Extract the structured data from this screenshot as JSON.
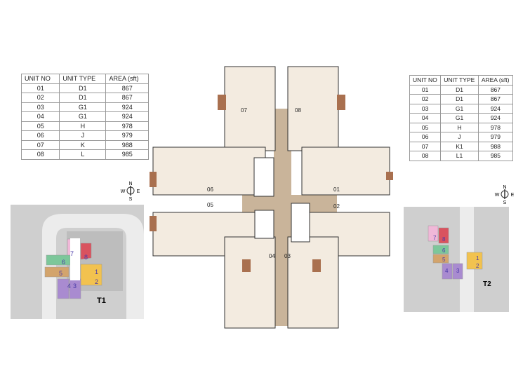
{
  "tables": {
    "left": {
      "headers": [
        "UNIT NO",
        "UNIT TYPE",
        "AREA (sft)"
      ],
      "rows": [
        [
          "01",
          "D1",
          "867"
        ],
        [
          "02",
          "D1",
          "867"
        ],
        [
          "03",
          "G1",
          "924"
        ],
        [
          "04",
          "G1",
          "924"
        ],
        [
          "05",
          "H",
          "978"
        ],
        [
          "06",
          "J",
          "979"
        ],
        [
          "07",
          "K",
          "988"
        ],
        [
          "08",
          "L",
          "985"
        ]
      ]
    },
    "right": {
      "headers": [
        "UNIT NO",
        "UNIT TYPE",
        "AREA (sft)"
      ],
      "rows": [
        [
          "01",
          "D1",
          "867"
        ],
        [
          "02",
          "D1",
          "867"
        ],
        [
          "03",
          "G1",
          "924"
        ],
        [
          "04",
          "G1",
          "924"
        ],
        [
          "05",
          "H",
          "978"
        ],
        [
          "06",
          "J",
          "979"
        ],
        [
          "07",
          "K1",
          "988"
        ],
        [
          "08",
          "L1",
          "985"
        ]
      ]
    }
  },
  "compass": {
    "n": "N",
    "s": "S",
    "e": "E",
    "w": "W"
  },
  "site_maps": {
    "left": {
      "tower": "T1"
    },
    "right": {
      "tower": "T2"
    },
    "unit_numbers": [
      "1",
      "2",
      "3",
      "4",
      "5",
      "6",
      "7",
      "8"
    ]
  },
  "floor_plan": {
    "unit_labels": [
      "01",
      "02",
      "03",
      "04",
      "05",
      "06",
      "07",
      "08"
    ]
  },
  "colors": {
    "unit_1_2": "#f2c24f",
    "unit_3_4": "#a98bd0",
    "unit_5": "#d3a46c",
    "unit_6": "#7cc79a",
    "unit_7": "#f0b8d8",
    "unit_8": "#d9535f",
    "room": "#f3ebe0",
    "corridor": "#c9b49a",
    "balcony": "#a9704f"
  }
}
